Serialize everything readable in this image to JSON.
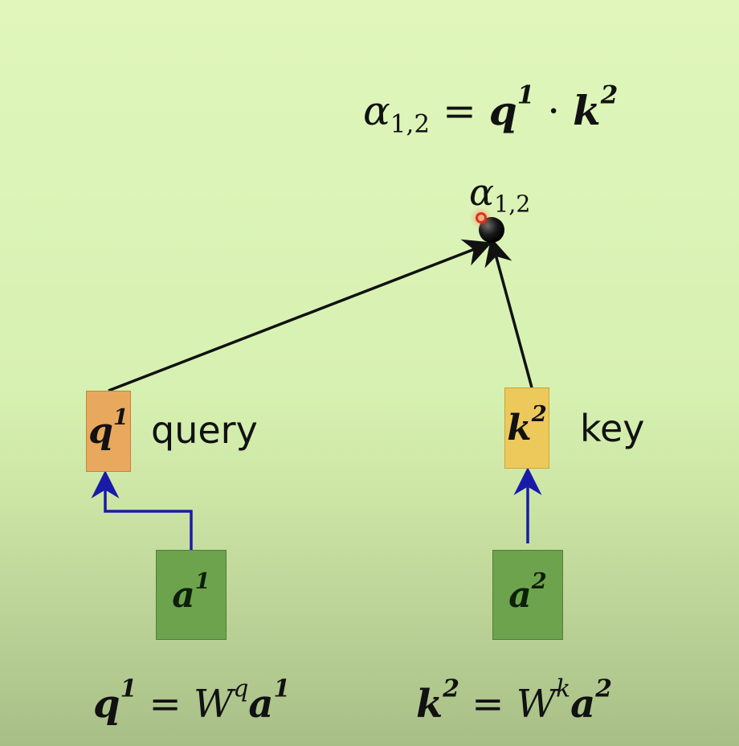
{
  "formula_top": {
    "lhs_symbol": "α",
    "lhs_sub": "1,2",
    "eq": "=",
    "q": "q",
    "q_sup": "1",
    "dot": "·",
    "k": "k",
    "k_sup": "2"
  },
  "node": {
    "symbol": "α",
    "sub": "1,2"
  },
  "query": {
    "symbol": "q",
    "sup": "1",
    "label": "query"
  },
  "key": {
    "symbol": "k",
    "sup": "2",
    "label": "key"
  },
  "input1": {
    "symbol": "a",
    "sup": "1"
  },
  "input2": {
    "symbol": "a",
    "sup": "2"
  },
  "formula_q": {
    "lhs": "q",
    "lhs_sup": "1",
    "eq": "=",
    "w": "W",
    "w_sup": "q",
    "a": "a",
    "a_sup": "1"
  },
  "formula_k": {
    "lhs": "k",
    "lhs_sup": "2",
    "eq": "=",
    "w": "W",
    "w_sup": "k",
    "a": "a",
    "a_sup": "2"
  },
  "colors": {
    "arrow_black": "#111111",
    "arrow_blue": "#1a1aa8",
    "query_box": "#e8a85e",
    "key_box": "#ecc95a",
    "input_box": "#6ea34e",
    "pointer_red": "#e0301e"
  }
}
